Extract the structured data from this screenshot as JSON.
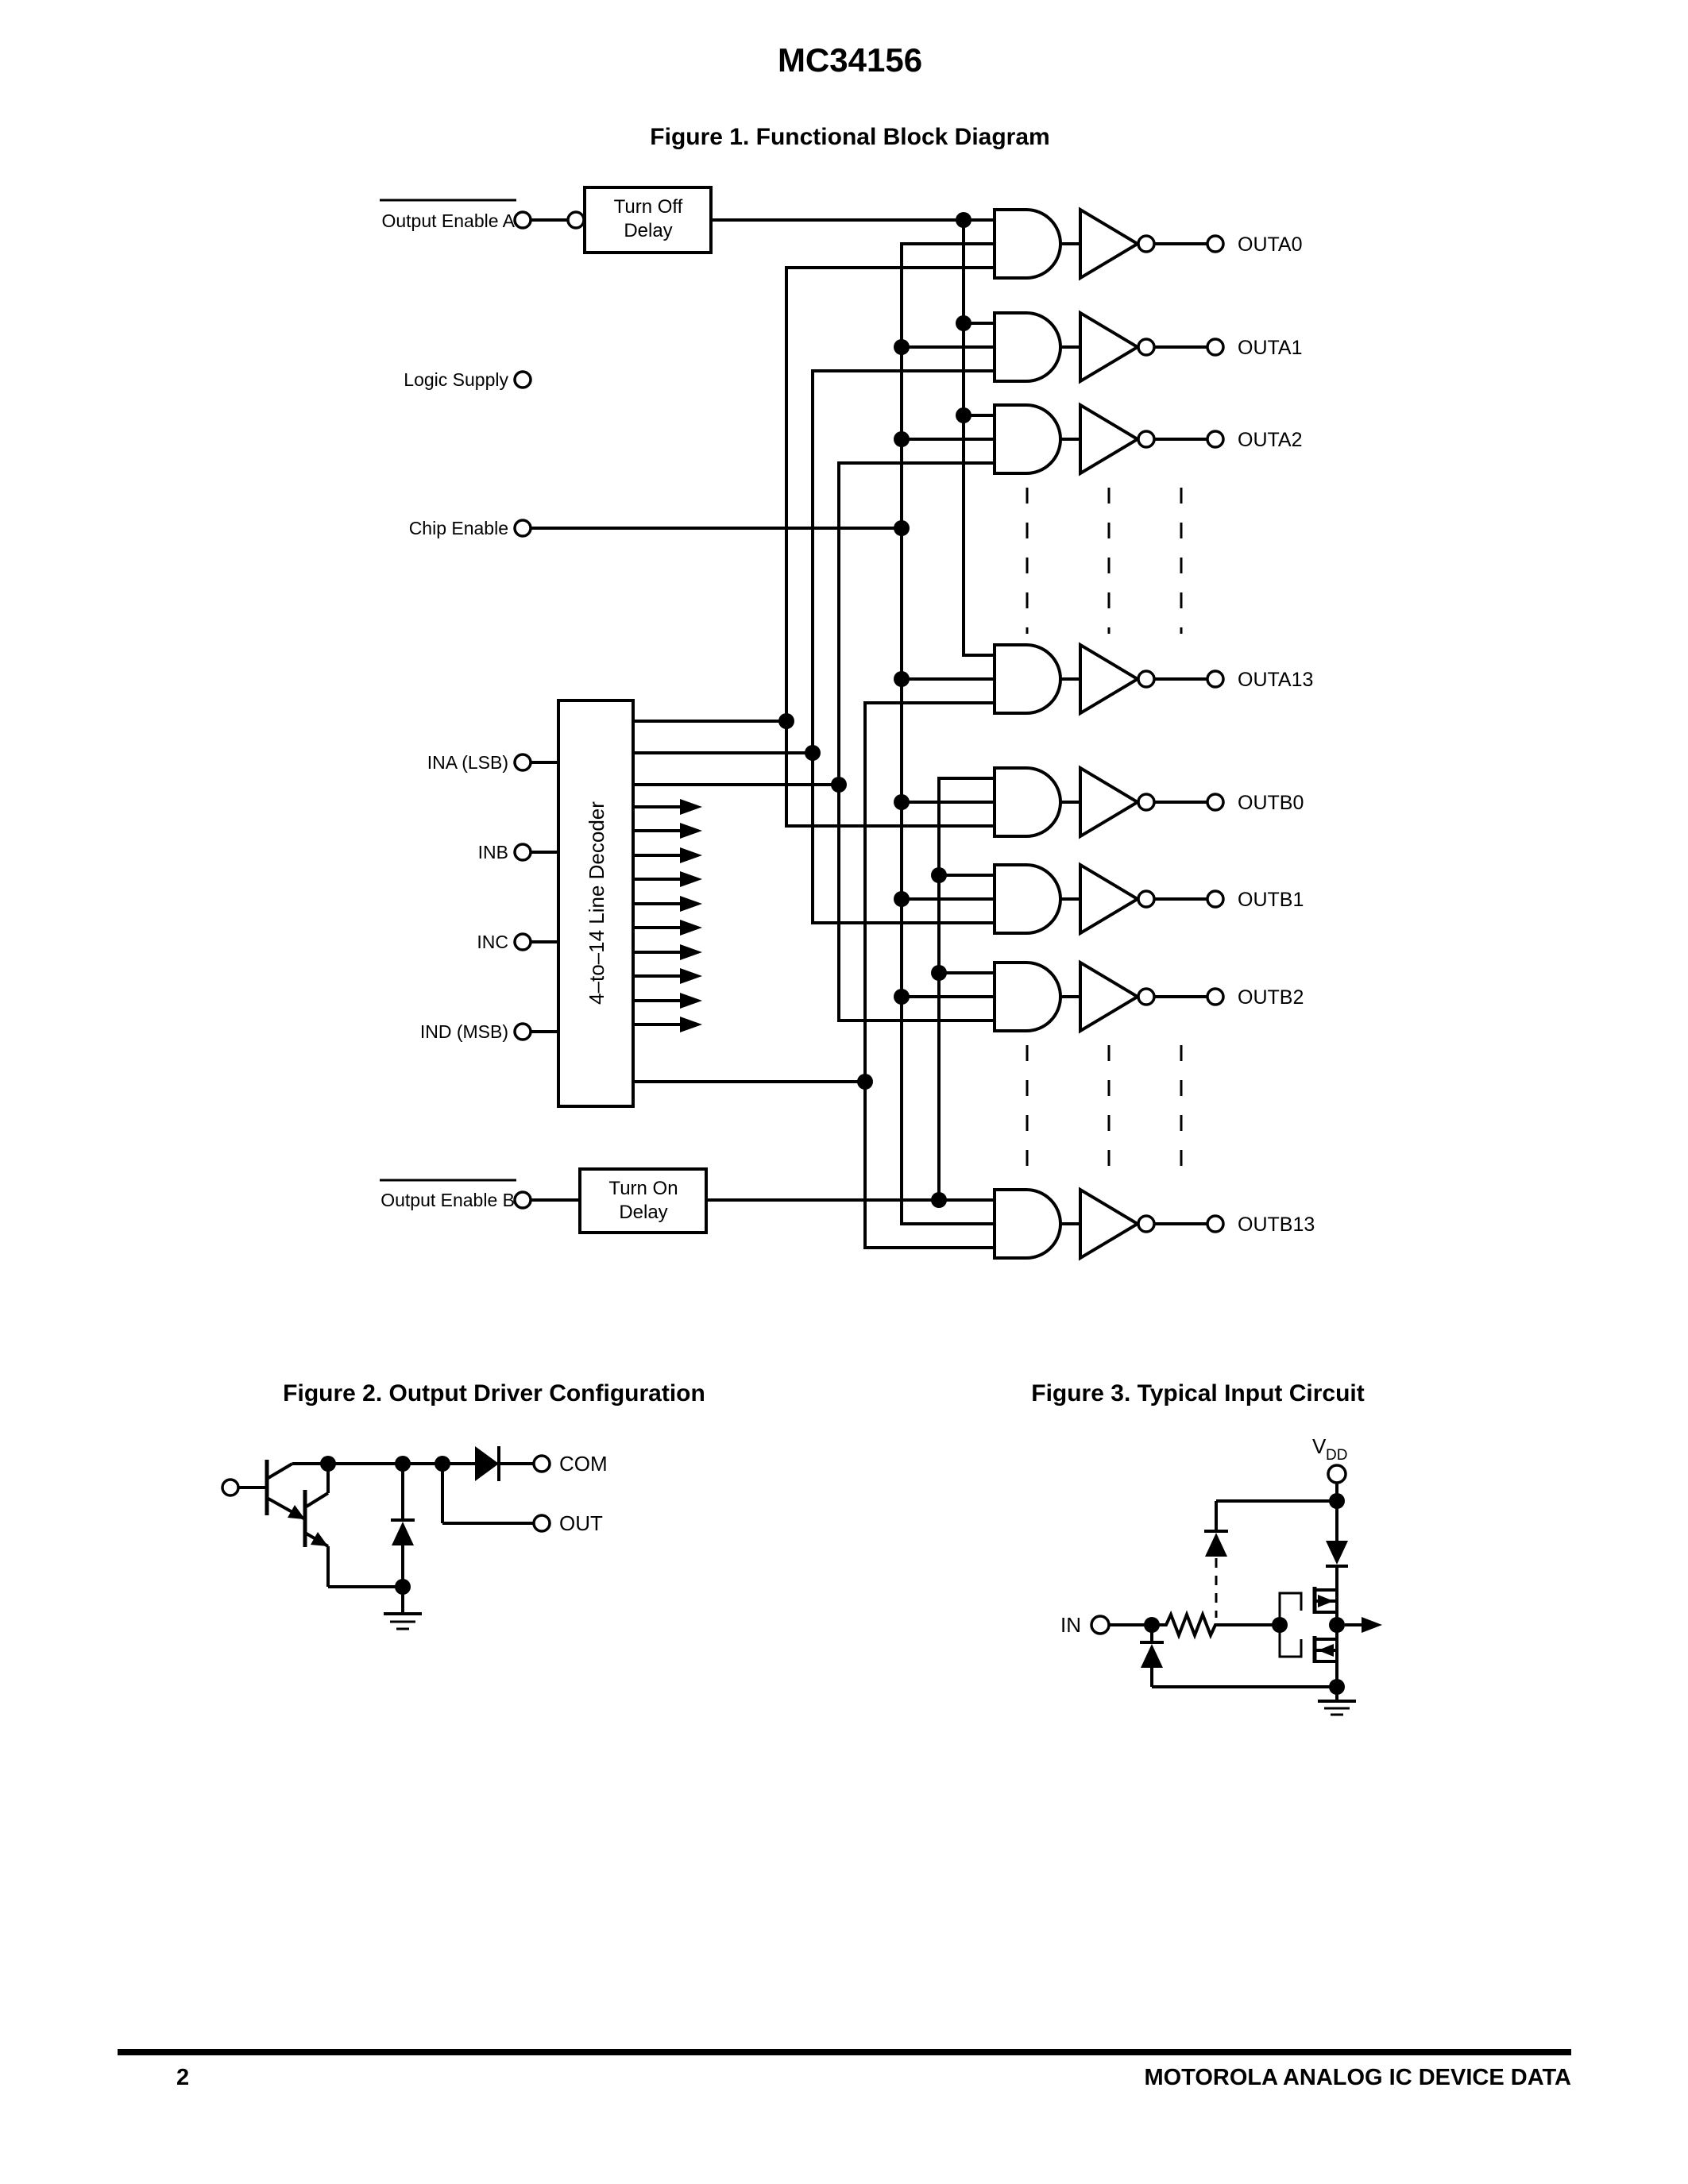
{
  "page": {
    "title": "MC34156",
    "footer": {
      "page_number": "2",
      "right_text": "MOTOROLA ANALOG IC DEVICE DATA"
    },
    "colors": {
      "ink": "#000000",
      "paper": "#ffffff"
    }
  },
  "figure1": {
    "caption": "Figure 1. Functional Block Diagram",
    "left_labels": {
      "output_enable_a": "Output Enable A",
      "logic_supply": "Logic Supply",
      "chip_enable": "Chip Enable",
      "ina": "INA (LSB)",
      "inb": "INB",
      "inc": "INC",
      "ind": "IND (MSB)",
      "output_enable_b": "Output Enable B"
    },
    "blocks": {
      "turn_off_delay_line1": "Turn Off",
      "turn_off_delay_line2": "Delay",
      "turn_on_delay_line1": "Turn On",
      "turn_on_delay_line2": "Delay",
      "decoder": "4–to–14 Line Decoder"
    },
    "outputs": [
      "OUTA0",
      "OUTA1",
      "OUTA2",
      "OUTA13",
      "OUTB0",
      "OUTB1",
      "OUTB2",
      "OUTB13"
    ]
  },
  "figure2": {
    "caption": "Figure 2. Output Driver Configuration",
    "labels": {
      "com": "COM",
      "out": "OUT"
    }
  },
  "figure3": {
    "caption": "Figure 3. Typical Input Circuit",
    "labels": {
      "in": "IN",
      "vdd_letter": "V",
      "vdd_subscript": "DD"
    }
  }
}
